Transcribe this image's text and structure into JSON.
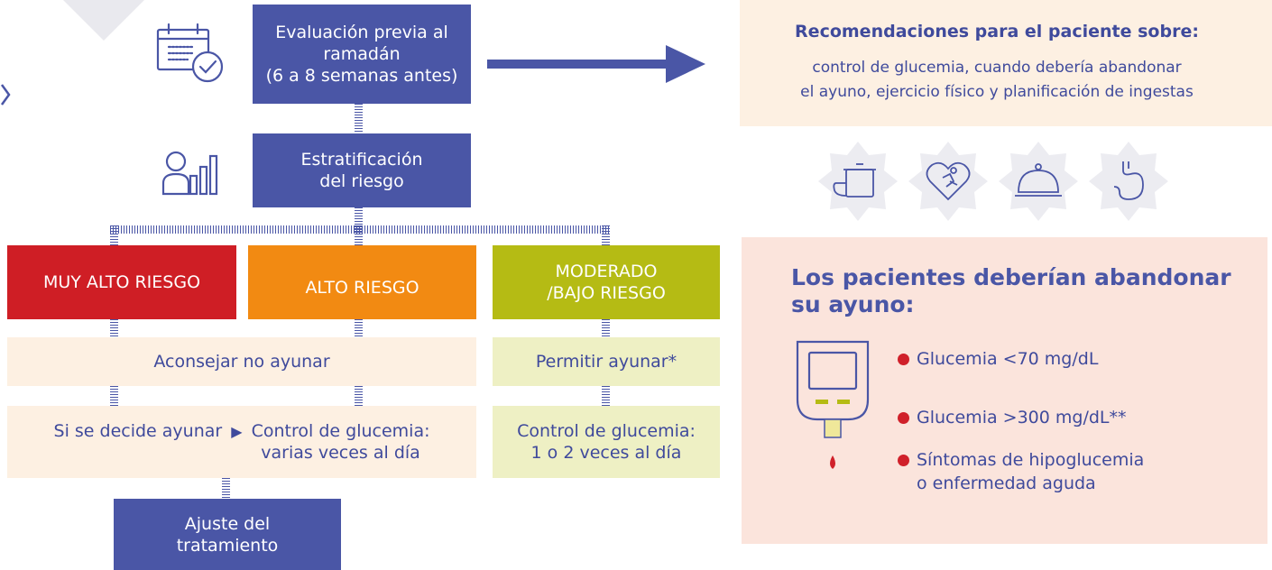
{
  "colors": {
    "navy": "#4a56a6",
    "very_high": "#cf1e25",
    "high": "#f28a12",
    "moderate": "#b5bb14",
    "cream": "#fdf0e2",
    "lime_light": "#eef0c4",
    "pink_panel": "#fbe4dc",
    "red_dot": "#d0202a"
  },
  "flow": {
    "prior_eval": "Evaluación previa al\nramadán\n(6 a 8 semanas antes)",
    "stratification": "Estratificación\ndel riesgo",
    "very_high_risk": "MUY ALTO RIESGO",
    "high_risk": "ALTO RIESGO",
    "moderate_risk": "MODERADO\n/BAJO RIESGO",
    "advise_no_fast": "Aconsejar no ayunar",
    "allow_fast": "Permitir ayunar*",
    "if_fast_prefix": "Si se decide ayunar",
    "if_fast_rest": "Control de glucemia:\nvarias veces al día",
    "control_moderate": "Control de glucemia:\n1 o 2 veces al día",
    "adjust_treatment": "Ajuste del\ntratamiento"
  },
  "recommendations": {
    "title": "Recomendaciones para el paciente sobre:",
    "body": "control de glucemia, cuando debería abandonar\nel ayuno, ejercicio físico y planificación de ingestas",
    "icons": [
      "cooking-pot-icon",
      "heart-runner-icon",
      "food-cloche-icon",
      "stomach-icon"
    ]
  },
  "abandon": {
    "title": "Los pacientes deberían abandonar\nsu ayuno:",
    "items": [
      "Glucemia <70 mg/dL",
      "Glucemia >300 mg/dL**",
      "Síntomas de hipoglucemia\no enfermedad aguda"
    ]
  }
}
